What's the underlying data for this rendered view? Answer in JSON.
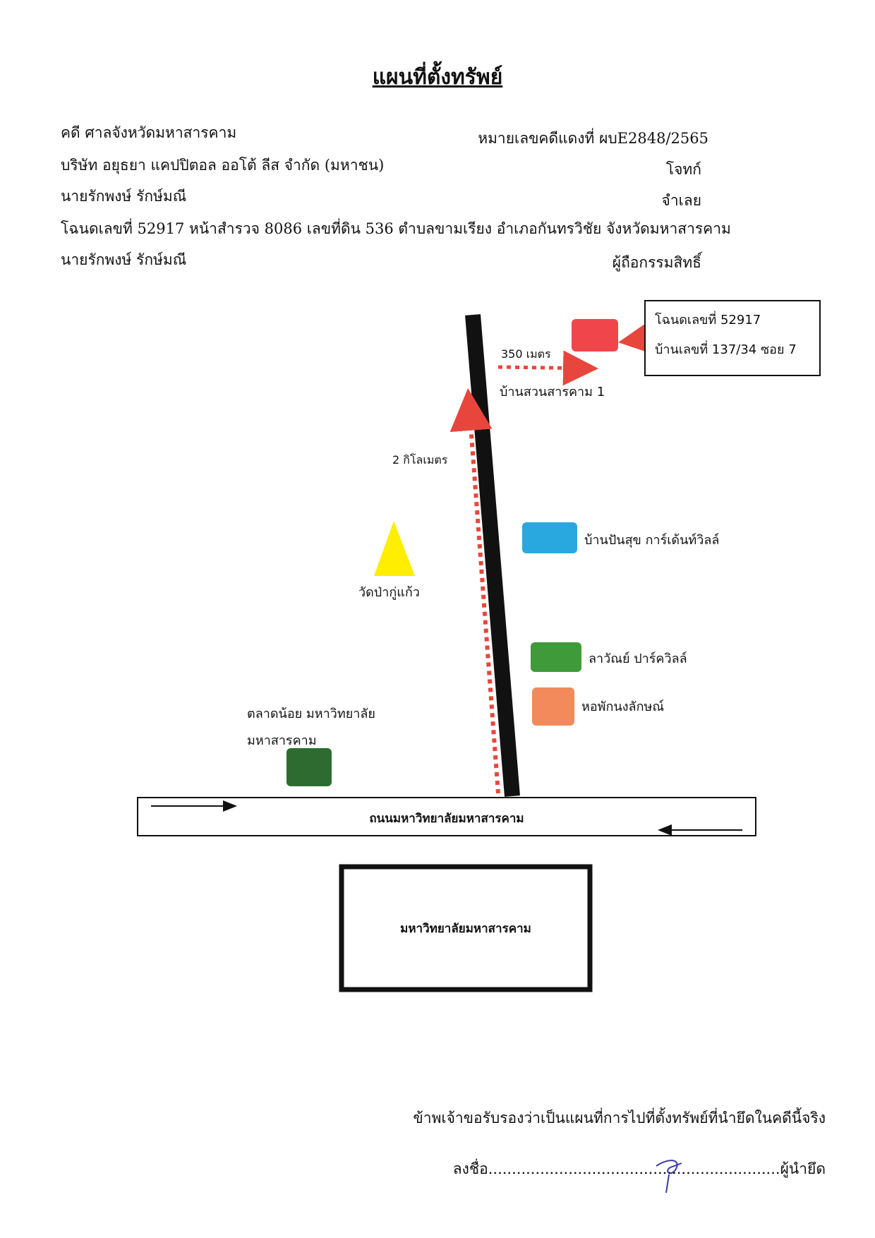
{
  "title": "แผนที่ตั้งทรัพย์",
  "header": {
    "court": "คดี ศาลจังหวัดมหาสารคาม",
    "case_no": "หมายเลขคดีแดงที่ ผบE2848/2565",
    "plaintiff": "บริษัท อยุธยา แคปปิตอล ออโต้ ลีส จำกัด (มหาชน)",
    "plaintiff_role": "โจทก์",
    "defendant": "นายรักพงษ์ รักษ์มณี",
    "defendant_role": "จำเลย",
    "deed": "โฉนดเลขที่ 52917 หน้าสำรวจ 8086 เลขที่ดิน 536 ตำบลขามเรียง อำเภอกันทรวิชัย จังหวัดมหาสารคาม",
    "owner": "นายรักพงษ์ รักษ์มณี",
    "owner_role": "ผู้ถือกรรมสิทธิ์"
  },
  "map": {
    "property_box": {
      "line1": "โฉนดเลขที่ 52917",
      "line2": "บ้านเลขที่ 137/34 ซอย 7"
    },
    "distance_short": "350 เมตร",
    "village": "บ้านสวนสารคาม 1",
    "distance_long": "2 กิโลเมตร",
    "temple": "วัดป่ากู่แก้ว",
    "landmark_blue": "บ้านปันสุข การ์เด้นท์วิลล์",
    "landmark_green": "ลาวัณย์ ปาร์ควิลล์",
    "landmark_orange": "หอพักนงลักษณ์",
    "market_line1": "ตลาดน้อย มหาวิทยาลัย",
    "market_line2": "มหาสารคาม",
    "main_road": "ถนนมหาวิทยาลัยมหาสารคาม",
    "university": "มหาวิทยาลัยมหาสารคาม",
    "colors": {
      "property": "#f0464b",
      "blue": "#29a8e0",
      "green": "#3f9a3a",
      "orange": "#f28a5c",
      "market": "#2e6b30",
      "temple": "#ffee00",
      "route": "#e8463c"
    }
  },
  "footer": {
    "certify": "ข้าพเจ้าขอรับรองว่าเป็นแผนที่การไปที่ตั้งทรัพย์ที่นำยึดในคดีนี้จริง",
    "sign_prefix": "ลงชื่อ",
    "sign_dots": "..............................................................",
    "sign_role": "ผู้นำยึด"
  }
}
